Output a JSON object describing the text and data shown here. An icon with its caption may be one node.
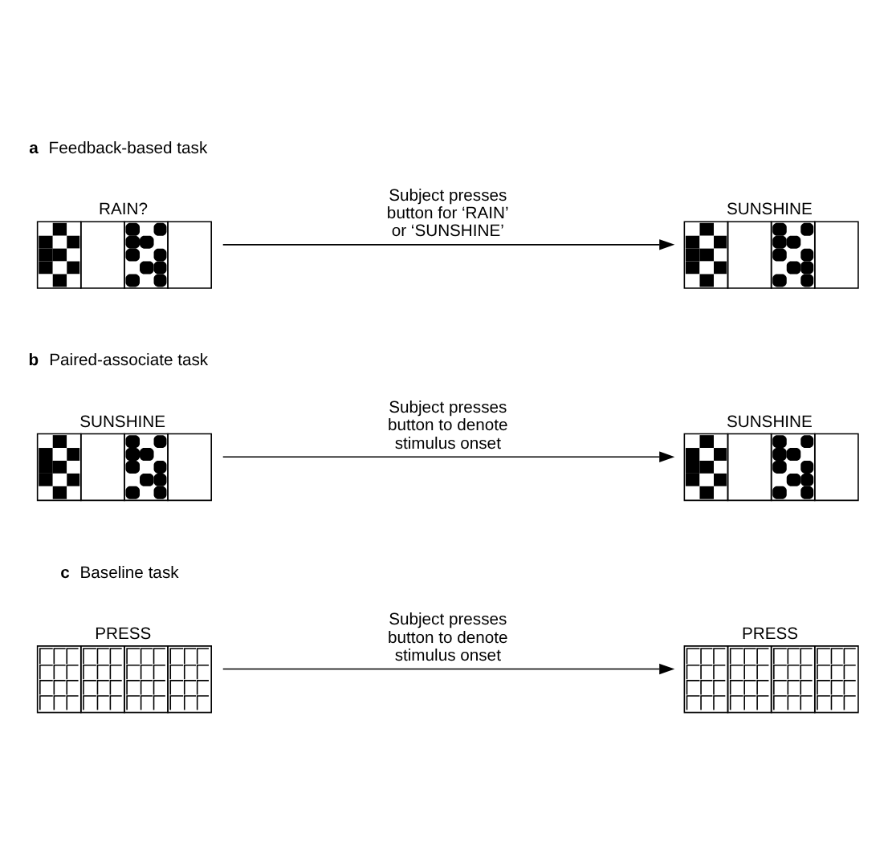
{
  "diagram": {
    "nodes": [
      {
        "text": [
          "RAIN?"
        ]
      },
      {
        "text": [
          "SUNSHINE"
        ]
      },
      {
        "text": [
          "SUNSHINE"
        ]
      },
      {
        "text": [
          "SUNSHINE"
        ]
      },
      {
        "text": [
          "PRESS"
        ]
      },
      {
        "text": [
          "PRESS"
        ]
      }
    ],
    "edges": [
      {
        "from": 0,
        "to": 1,
        "arrow": "to",
        "label": "Subject presses button for ‘RAIN’ or ‘SUNSHINE’"
      },
      {
        "from": 2,
        "to": 3,
        "arrow": "to",
        "label": "Subject presses button to denote stimulus onset"
      },
      {
        "from": 4,
        "to": 5,
        "arrow": "to",
        "label": "Subject presses button to denote stimulus onset"
      }
    ],
    "labels": [
      "a",
      "Feedback-based task",
      "b",
      "Paired-associate task",
      "c",
      "Baseline task"
    ]
  }
}
